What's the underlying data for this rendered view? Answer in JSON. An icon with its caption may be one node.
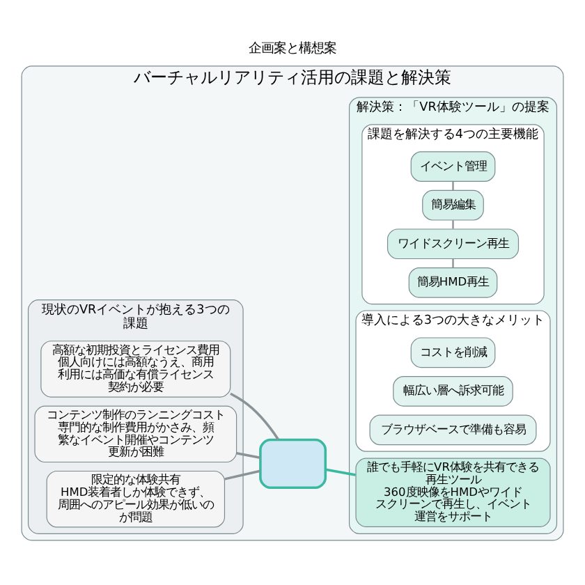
{
  "diagram": {
    "title": "企画案と構想案",
    "nodes": [
      {
        "text": [
          "バーチャルリアリティ活用の課題と解決策"
        ]
      },
      {
        "text": [
          "現状のVRイベントが抱える3つの課題"
        ],
        "in": 0
      },
      {
        "text": [
          "高額な初期投資とライセンス費用",
          "個人向けには高額なうえ、商用利用には高価な有償ライセンス契約が必要"
        ],
        "in": 1
      },
      {
        "text": [
          "コンテンツ制作のランニングコスト",
          "専門的な制作費用がかさみ、頻繁なイベント開催やコンテンツ更新が困難"
        ],
        "in": 1
      },
      {
        "text": [
          "限定的な体験共有",
          "HMD装着者しか体験できず、周囲へのアピール効果が低いのが問題"
        ],
        "in": 1
      },
      {
        "text": [],
        "shape": "box",
        "in": 0
      },
      {
        "text": [
          "解決策：「VR体験ツール」の提案"
        ],
        "in": 0
      },
      {
        "text": [
          "誰でも手軽にVR体験を共有できる再生ツール",
          "360度映像をHMDやワイドスクリーンで再生し、イベント運営をサポート"
        ],
        "in": 6
      },
      {
        "text": [
          "課題を解決する4つの主要機能"
        ],
        "in": 6
      },
      {
        "text": [
          "簡易HMD再生"
        ],
        "in": 8
      },
      {
        "text": [
          "ワイドスクリーン再生"
        ],
        "in": 8
      },
      {
        "text": [
          "簡易編集"
        ],
        "in": 8
      },
      {
        "text": [
          "イベント管理"
        ],
        "in": 8
      },
      {
        "text": [
          "導入による3つの大きなメリット"
        ],
        "in": 6
      },
      {
        "text": [
          "コストを削減"
        ],
        "in": 13
      },
      {
        "text": [
          "幅広い層へ訴求可能"
        ],
        "in": 13
      },
      {
        "text": [
          "ブラウザベースで準備も容易"
        ],
        "in": 13
      }
    ],
    "edges": [
      {
        "from": 2,
        "to": 5,
        "arrow": "none"
      },
      {
        "from": 3,
        "to": 5,
        "arrow": "none"
      },
      {
        "from": 4,
        "to": 5,
        "arrow": "none"
      },
      {
        "from": 5,
        "to": 7,
        "arrow": "none",
        "color": "#3bb8a0"
      },
      {
        "from": 9,
        "to": 10,
        "arrow": "none"
      },
      {
        "from": 10,
        "to": 11,
        "arrow": "none"
      },
      {
        "from": 11,
        "to": 12,
        "arrow": "none"
      }
    ]
  }
}
